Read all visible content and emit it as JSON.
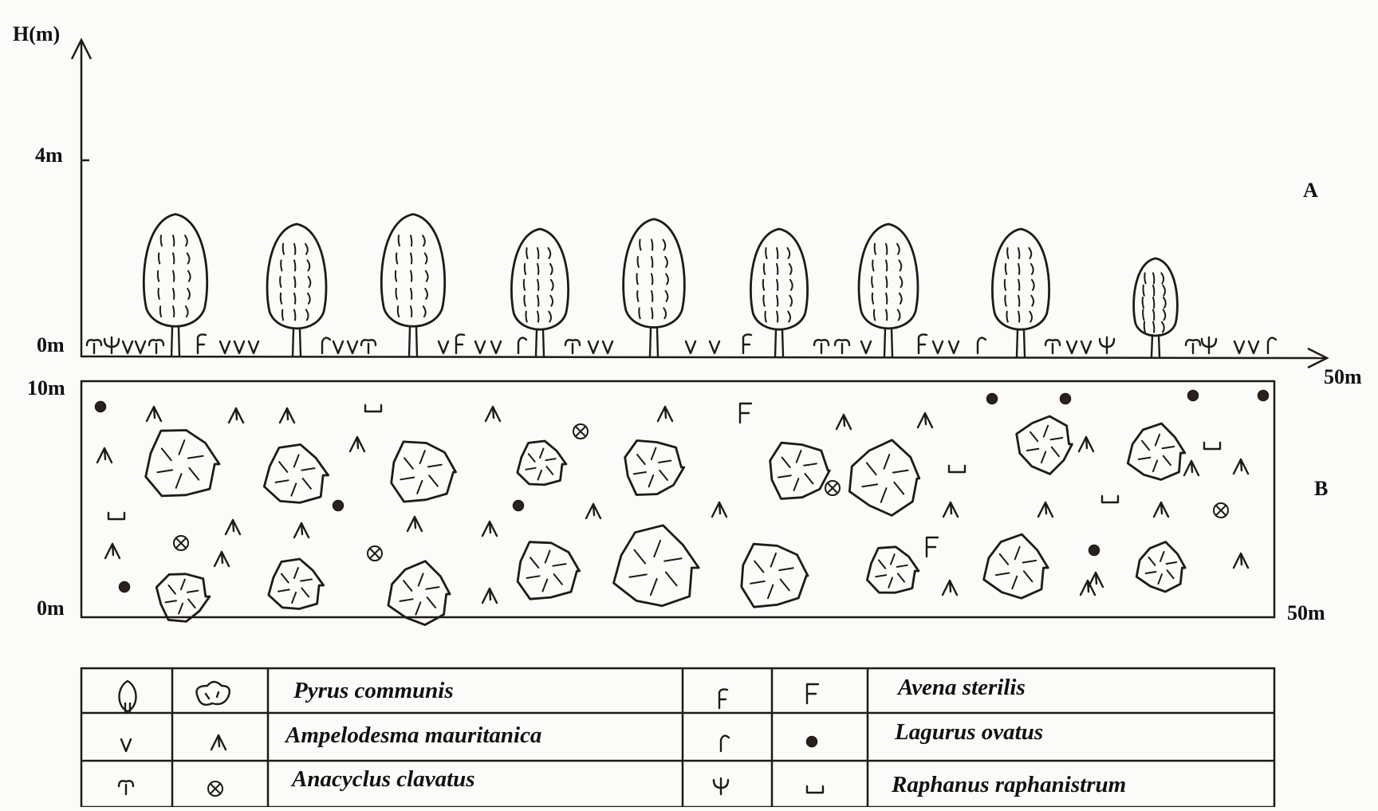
{
  "profile": {
    "y_axis_label": "H(m)",
    "y_ticks": [
      "4m",
      "0m"
    ],
    "x_end_label": "50m",
    "section_label": "A",
    "tree_heights_m": [
      2.9,
      2.7,
      2.9,
      2.6,
      2.8,
      2.6,
      2.7,
      2.6,
      2.0
    ]
  },
  "plan": {
    "top_left_label": "10m",
    "bottom_left_label": "0m",
    "bottom_right_label": "50m",
    "section_label": "B"
  },
  "legend": {
    "rows": [
      {
        "left_species": "Pyrus communis",
        "left_icons": [
          "pear-tree-profile-icon",
          "pear-tree-crown-icon"
        ],
        "right_species": "Avena sterilis",
        "right_icons": [
          "avena-profile-icon",
          "avena-plan-icon"
        ]
      },
      {
        "left_species": "Ampelodesma mauritanica",
        "left_icons": [
          "ampelodesma-profile-icon",
          "ampelodesma-plan-icon"
        ],
        "right_species": "Lagurus ovatus",
        "right_icons": [
          "lagurus-profile-icon",
          "lagurus-plan-icon"
        ]
      },
      {
        "left_species": "Anacyclus clavatus",
        "left_icons": [
          "anacyclus-profile-icon",
          "anacyclus-plan-icon"
        ],
        "right_species": "Raphanus raphanistrum",
        "right_icons": [
          "raphanus-profile-icon",
          "raphanus-plan-icon"
        ]
      }
    ]
  },
  "colors": {
    "ink": "#1e1a17",
    "fill": "#2b211c",
    "paper": "#fbfbf9"
  }
}
